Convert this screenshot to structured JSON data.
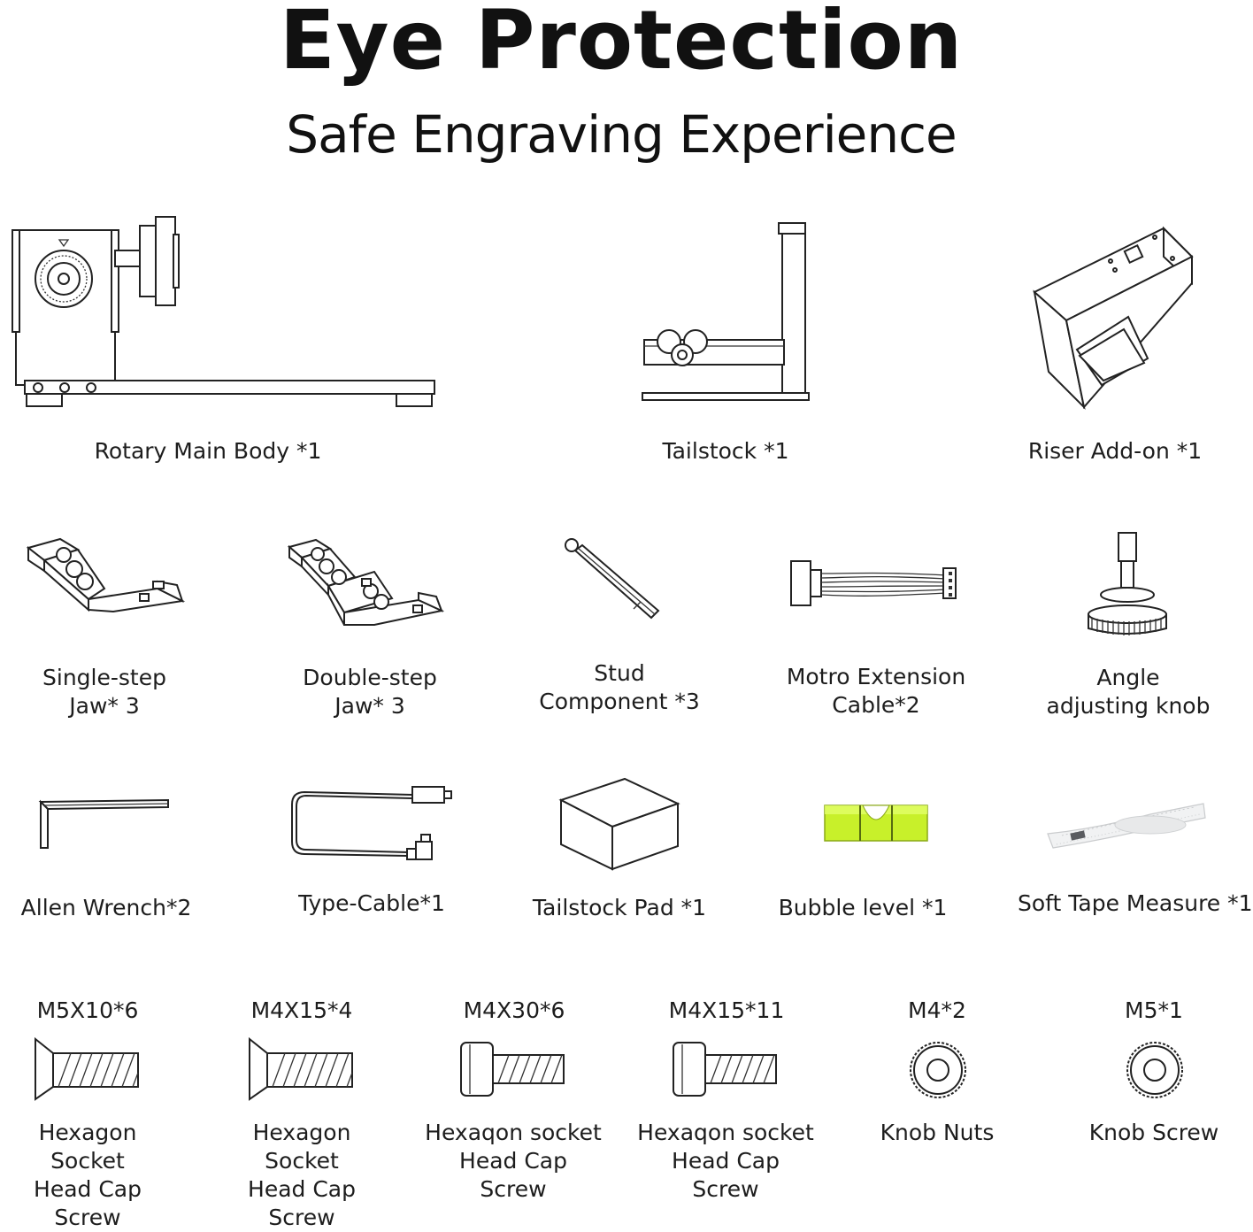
{
  "header": {
    "title": "Eye Protection",
    "subtitle": "Safe Engraving Experience"
  },
  "items": [
    {
      "label": "Rotary Main Body *1",
      "icon": "rotary-main-body-icon"
    },
    {
      "label": "Tailstock *1",
      "icon": "tailstock-icon"
    },
    {
      "label": "Riser Add-on *1",
      "icon": "riser-add-on-icon"
    },
    {
      "label": "Single-step\nJaw* 3",
      "icon": "single-step-jaw-icon"
    },
    {
      "label": "Double-step\nJaw* 3",
      "icon": "double-step-jaw-icon"
    },
    {
      "label": "Stud\nComponent *3",
      "icon": "stud-component-icon"
    },
    {
      "label": "Motro Extension\nCable*2",
      "icon": "extension-cable-icon"
    },
    {
      "label": "Angle\nadjusting knob",
      "icon": "angle-knob-icon"
    },
    {
      "label": "Allen Wrench*2",
      "icon": "allen-wrench-icon"
    },
    {
      "label": "Type-Cable*1",
      "icon": "type-cable-icon"
    },
    {
      "label": "Tailstock Pad *1",
      "icon": "tailstock-pad-icon"
    },
    {
      "label": "Bubble level *1",
      "icon": "bubble-level-icon"
    },
    {
      "label": "Soft Tape Measure *1",
      "icon": "tape-measure-icon"
    }
  ],
  "screws": [
    {
      "size": "M5X10*6",
      "label": "Hexagon Socket\nHead Cap Screw",
      "icon": "countersunk-screw-icon"
    },
    {
      "size": "M4X15*4",
      "label": "Hexagon Socket\nHead Cap Screw",
      "icon": "countersunk-screw-icon"
    },
    {
      "size": "M4X30*6",
      "label": "Hexaqon socket\nHead Cap Screw",
      "icon": "cap-screw-icon"
    },
    {
      "size": "M4X15*11",
      "label": "Hexaqon socket\nHead Cap Screw",
      "icon": "cap-screw-icon"
    },
    {
      "size": "M4*2",
      "label": "Knob Nuts",
      "icon": "knob-nut-icon"
    },
    {
      "size": "M5*1",
      "label": "Knob Screw",
      "icon": "knob-screw-icon"
    }
  ],
  "colors": {
    "text": "#1a1a1a",
    "bubble_level": "#c8f02a"
  }
}
